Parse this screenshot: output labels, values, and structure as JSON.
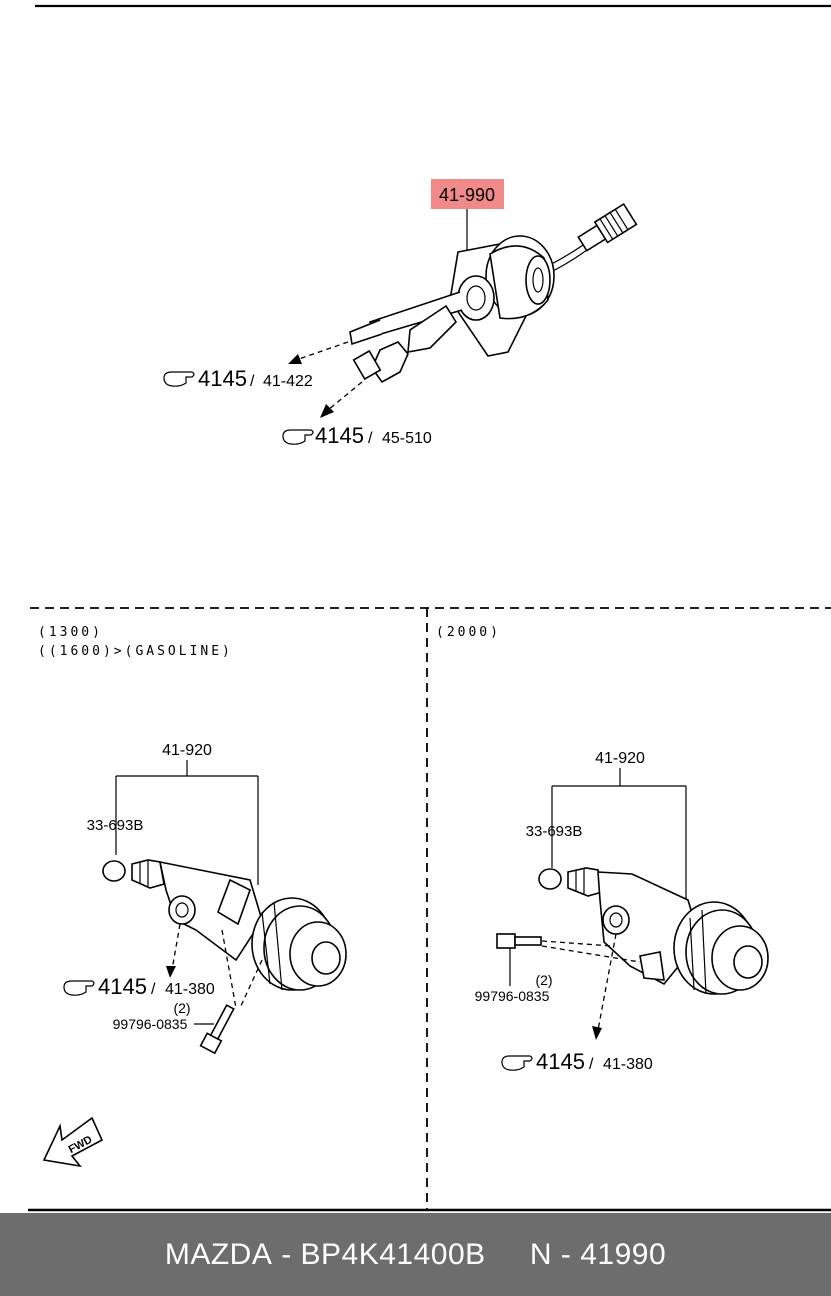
{
  "top": {
    "highlight_label": "41-990",
    "highlight_color": "#f08a8a",
    "ref1_main": "4145",
    "ref1_sub": "41-422",
    "ref2_main": "4145",
    "ref2_sub": "45-510"
  },
  "left_panel": {
    "variant_line1": "(1300)",
    "variant_line2": "((1600)>(GASOLINE)",
    "assembly_label": "41-920",
    "cap_label": "33-693B",
    "ref_main": "4145",
    "ref_sub": "41-380",
    "bolt_qty": "(2)",
    "bolt_label": "99796-0835",
    "fwd_label": "FWD"
  },
  "right_panel": {
    "variant_line1": "(2000)",
    "assembly_label": "41-920",
    "cap_label": "33-693B",
    "bolt_qty": "(2)",
    "bolt_label": "99796-0835",
    "ref_main": "4145",
    "ref_sub": "41-380"
  },
  "footer": {
    "brand": "MAZDA",
    "part_number": "BP4K41400B",
    "catalog_ref": "N - 41990"
  },
  "icons": [
    "hand-pointer-icon",
    "fwd-arrow-icon"
  ]
}
